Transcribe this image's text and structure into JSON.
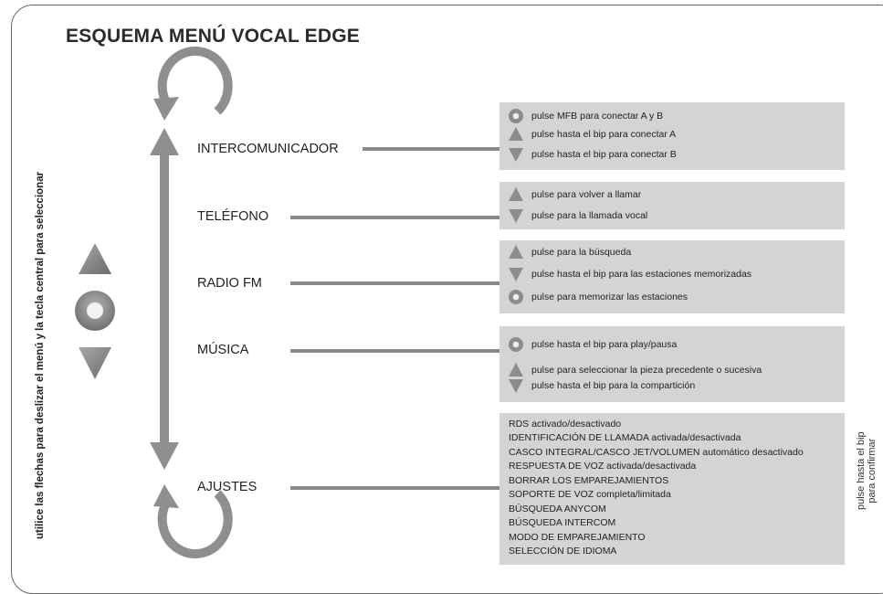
{
  "title": "ESQUEMA MENÚ VOCAL EDGE",
  "side_instruction": "utilice las flechas para deslizar el menú y la tecla central para seleccionar",
  "confirm_note": [
    "pulse hasta el bip",
    "para confirmar"
  ],
  "menu": [
    {
      "label": "INTERCOMUNICADOR",
      "actions": [
        {
          "icon": "circle-button-icon",
          "text": "pulse MFB para conectar A y B"
        },
        {
          "icon": "up-triangle-icon",
          "text": "pulse hasta el bip para conectar A"
        },
        {
          "icon": "down-triangle-icon",
          "text": "pulse hasta el bip para conectar B"
        }
      ]
    },
    {
      "label": "TELÉFONO",
      "actions": [
        {
          "icon": "up-triangle-icon",
          "text": "pulse para volver a llamar"
        },
        {
          "icon": "down-triangle-icon",
          "text": "pulse para la llamada vocal"
        }
      ]
    },
    {
      "label": "RADIO FM",
      "actions": [
        {
          "icon": "up-triangle-icon",
          "text": "pulse para la búsqueda"
        },
        {
          "icon": "down-triangle-icon",
          "text": "pulse hasta el bip para las estaciones memorizadas"
        },
        {
          "icon": "circle-button-icon",
          "text": "pulse para memorizar las estaciones"
        }
      ]
    },
    {
      "label": "MÚSICA",
      "actions": [
        {
          "icon": "circle-button-icon",
          "text": "pulse hasta el bip para play/pausa"
        },
        {
          "icon": "up-triangle-icon",
          "text": "pulse para seleccionar la pieza precedente o sucesiva"
        },
        {
          "icon": "down-triangle-icon",
          "text": "pulse hasta el bip para la compartición"
        }
      ]
    },
    {
      "label": "AJUSTES",
      "items": [
        "RDS activado/desactivado",
        "IDENTIFICACIÓN DE LLAMADA activada/desactivada",
        "CASCO INTEGRAL/CASCO JET/VOLUMEN automático desactivado",
        "RESPUESTA DE VOZ activada/desactivada",
        "BORRAR LOS EMPAREJAMIENTOS",
        "SOPORTE DE VOZ completa/limitada",
        "BÚSQUEDA ANYCOM",
        "BÚSQUEDA INTERCOM",
        "MODO DE EMPAREJAMIENTO",
        "SELECCIÓN DE IDIOMA"
      ]
    }
  ],
  "colors": {
    "box": "#d4d4d4",
    "connector": "#8a8a8a",
    "icon": "#8c8c8c",
    "arrow": "#8f8f8f"
  }
}
